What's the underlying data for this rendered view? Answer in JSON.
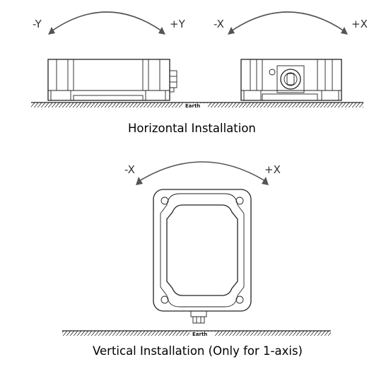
{
  "horizontal": {
    "left_view": {
      "minus_label": "-Y",
      "plus_label": "+Y"
    },
    "right_view": {
      "minus_label": "-X",
      "plus_label": "+X"
    },
    "ground_label": "Earth",
    "caption": "Horizontal Installation"
  },
  "vertical": {
    "minus_label": "-X",
    "plus_label": "+X",
    "ground_label": "Earth",
    "caption": "Vertical Installation (Only for 1-axis)"
  }
}
